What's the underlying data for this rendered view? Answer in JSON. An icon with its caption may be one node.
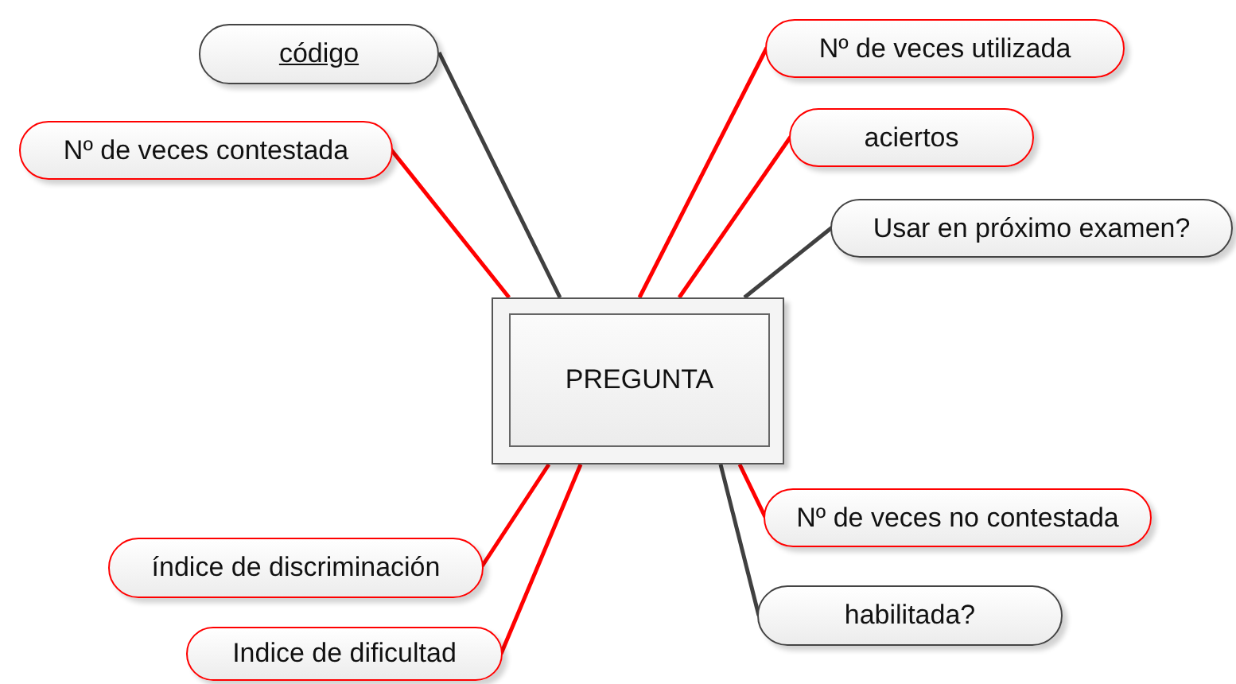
{
  "diagram": {
    "nodes": [
      {
        "text": [
          "PREGUNTA"
        ]
      },
      {
        "text": [
          "código"
        ]
      },
      {
        "text": [
          "Nº de veces contestada"
        ]
      },
      {
        "text": [
          "Nº de veces utilizada"
        ]
      },
      {
        "text": [
          "aciertos"
        ]
      },
      {
        "text": [
          "Usar en próximo examen?"
        ]
      },
      {
        "text": [
          "Nº de veces no contestada"
        ]
      },
      {
        "text": [
          "habilitada?"
        ]
      },
      {
        "text": [
          "índice de discriminación"
        ]
      },
      {
        "text": [
          "Indice de dificultad"
        ]
      }
    ],
    "edges": [
      {
        "from": 0,
        "to": 1,
        "arrow": "none",
        "color": "#404040"
      },
      {
        "from": 0,
        "to": 2,
        "arrow": "none"
      },
      {
        "from": 0,
        "to": 3,
        "arrow": "none"
      },
      {
        "from": 0,
        "to": 4,
        "arrow": "none"
      },
      {
        "from": 0,
        "to": 5,
        "arrow": "none",
        "color": "#404040"
      },
      {
        "from": 0,
        "to": 6,
        "arrow": "none"
      },
      {
        "from": 0,
        "to": 7,
        "arrow": "none",
        "color": "#404040"
      },
      {
        "from": 0,
        "to": 8,
        "arrow": "none"
      },
      {
        "from": 0,
        "to": 9,
        "arrow": "none"
      }
    ]
  }
}
